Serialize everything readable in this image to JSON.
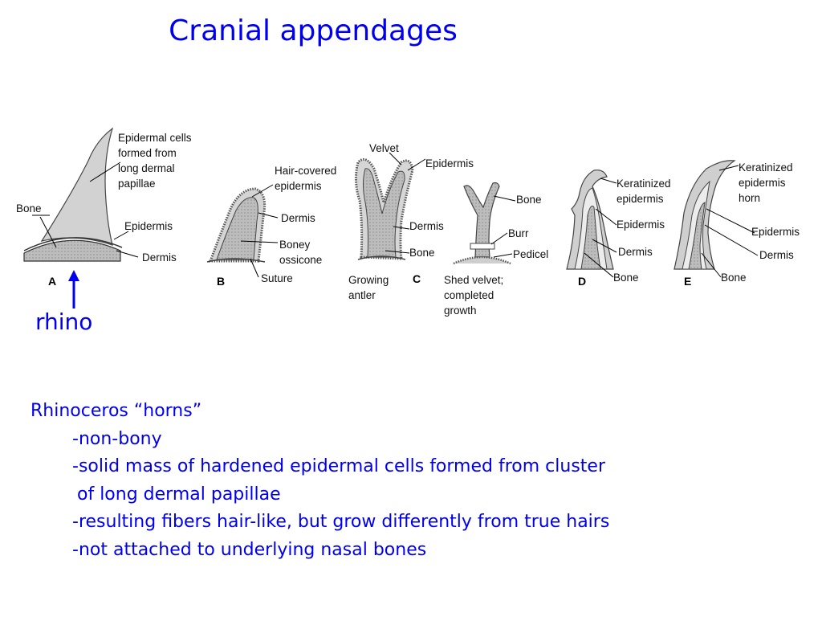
{
  "title": "Cranial appendages",
  "rhino_label": "rhino",
  "heading": "Rhinoceros “horns”",
  "bullets": [
    "-non-bony",
    "-solid mass of hardened epidermal cells formed from cluster",
    "of long dermal papillae",
    "-resulting fibers hair-like, but grow differently from true hairs",
    "-not attached to underlying nasal bones"
  ],
  "diagram": {
    "panels": [
      "A",
      "B",
      "C",
      "D",
      "E"
    ],
    "a": {
      "epidermal_cells": [
        "Epidermal cells",
        "formed from",
        "long dermal",
        "papillae"
      ],
      "bone": "Bone",
      "epidermis": "Epidermis",
      "dermis": "Dermis"
    },
    "b": {
      "hair_covered": [
        "Hair-covered",
        "epidermis"
      ],
      "dermis": "Dermis",
      "boney_ossicone": [
        "Boney",
        "ossicone"
      ],
      "suture": "Suture"
    },
    "c": {
      "velvet": "Velvet",
      "epidermis": "Epidermis",
      "dermis": "Dermis",
      "bone": "Bone",
      "growing_antler": [
        "Growing",
        "antler"
      ]
    },
    "c2": {
      "bone": "Bone",
      "burr": "Burr",
      "pedicel": "Pedicel",
      "shed_velvet": [
        "Shed velvet;",
        "completed",
        "growth"
      ]
    },
    "d": {
      "keratinized": [
        "Keratinized",
        "epidermis"
      ],
      "epidermis": "Epidermis",
      "dermis": "Dermis",
      "bone": "Bone"
    },
    "e": {
      "keratinized": [
        "Keratinized",
        "epidermis",
        "horn"
      ],
      "epidermis": "Epidermis",
      "dermis": "Dermis",
      "bone": "Bone"
    }
  },
  "colors": {
    "accent": "#0000ee"
  }
}
